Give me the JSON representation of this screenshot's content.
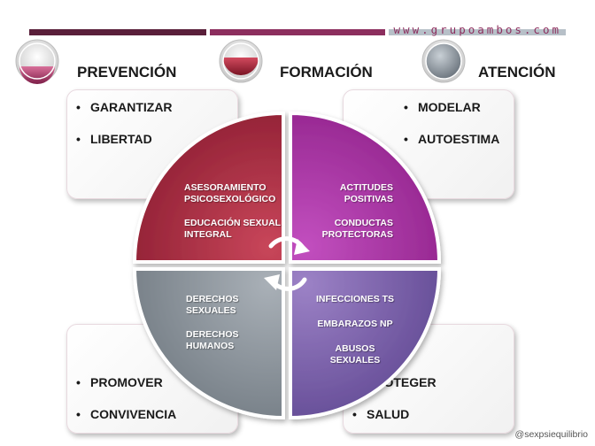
{
  "header": {
    "website": "www.grupoambos.com",
    "colors": {
      "dark": "#5a1f3a",
      "mid": "#8c2e5e",
      "light": "#b7c0c8"
    }
  },
  "columns": [
    {
      "title": "PREVENCIÓN",
      "icon": "bulb-icon",
      "color": "#b03a63"
    },
    {
      "title": "FORMACIÓN",
      "icon": "bulb-icon",
      "color": "#a0283e"
    },
    {
      "title": "ATENCIÓN",
      "icon": "bulb-icon",
      "color": "#8e959c"
    }
  ],
  "cards": {
    "top_left": [
      "GARANTIZAR",
      "LIBERTAD"
    ],
    "top_right": [
      "MODELAR",
      "AUTOESTIMA"
    ],
    "bottom_left": [
      "PROMOVER",
      "CONVIVENCIA"
    ],
    "bottom_right": [
      "PROTEGER",
      "SALUD"
    ]
  },
  "quadrants": {
    "top_left": {
      "color": "#a0283e",
      "items": [
        "ASESORAMIENTO PSICOSEXOLÓGICO",
        "EDUCACIÓN SEXUAL INTEGRAL"
      ]
    },
    "top_right": {
      "color": "#a22d9b",
      "items": [
        "ACTITUDES POSITIVAS",
        "CONDUCTAS PROTECTORAS"
      ]
    },
    "bottom_left": {
      "color": "#8d969e",
      "items": [
        "DERECHOS SEXUALES",
        "DERECHOS HUMANOS"
      ]
    },
    "bottom_right": {
      "color": "#7a5ea6",
      "items": [
        "INFECCIONES TS",
        "EMBARAZOS NP",
        "ABUSOS SEXUALES"
      ]
    }
  },
  "credit": "@sexpsiequilibrio"
}
